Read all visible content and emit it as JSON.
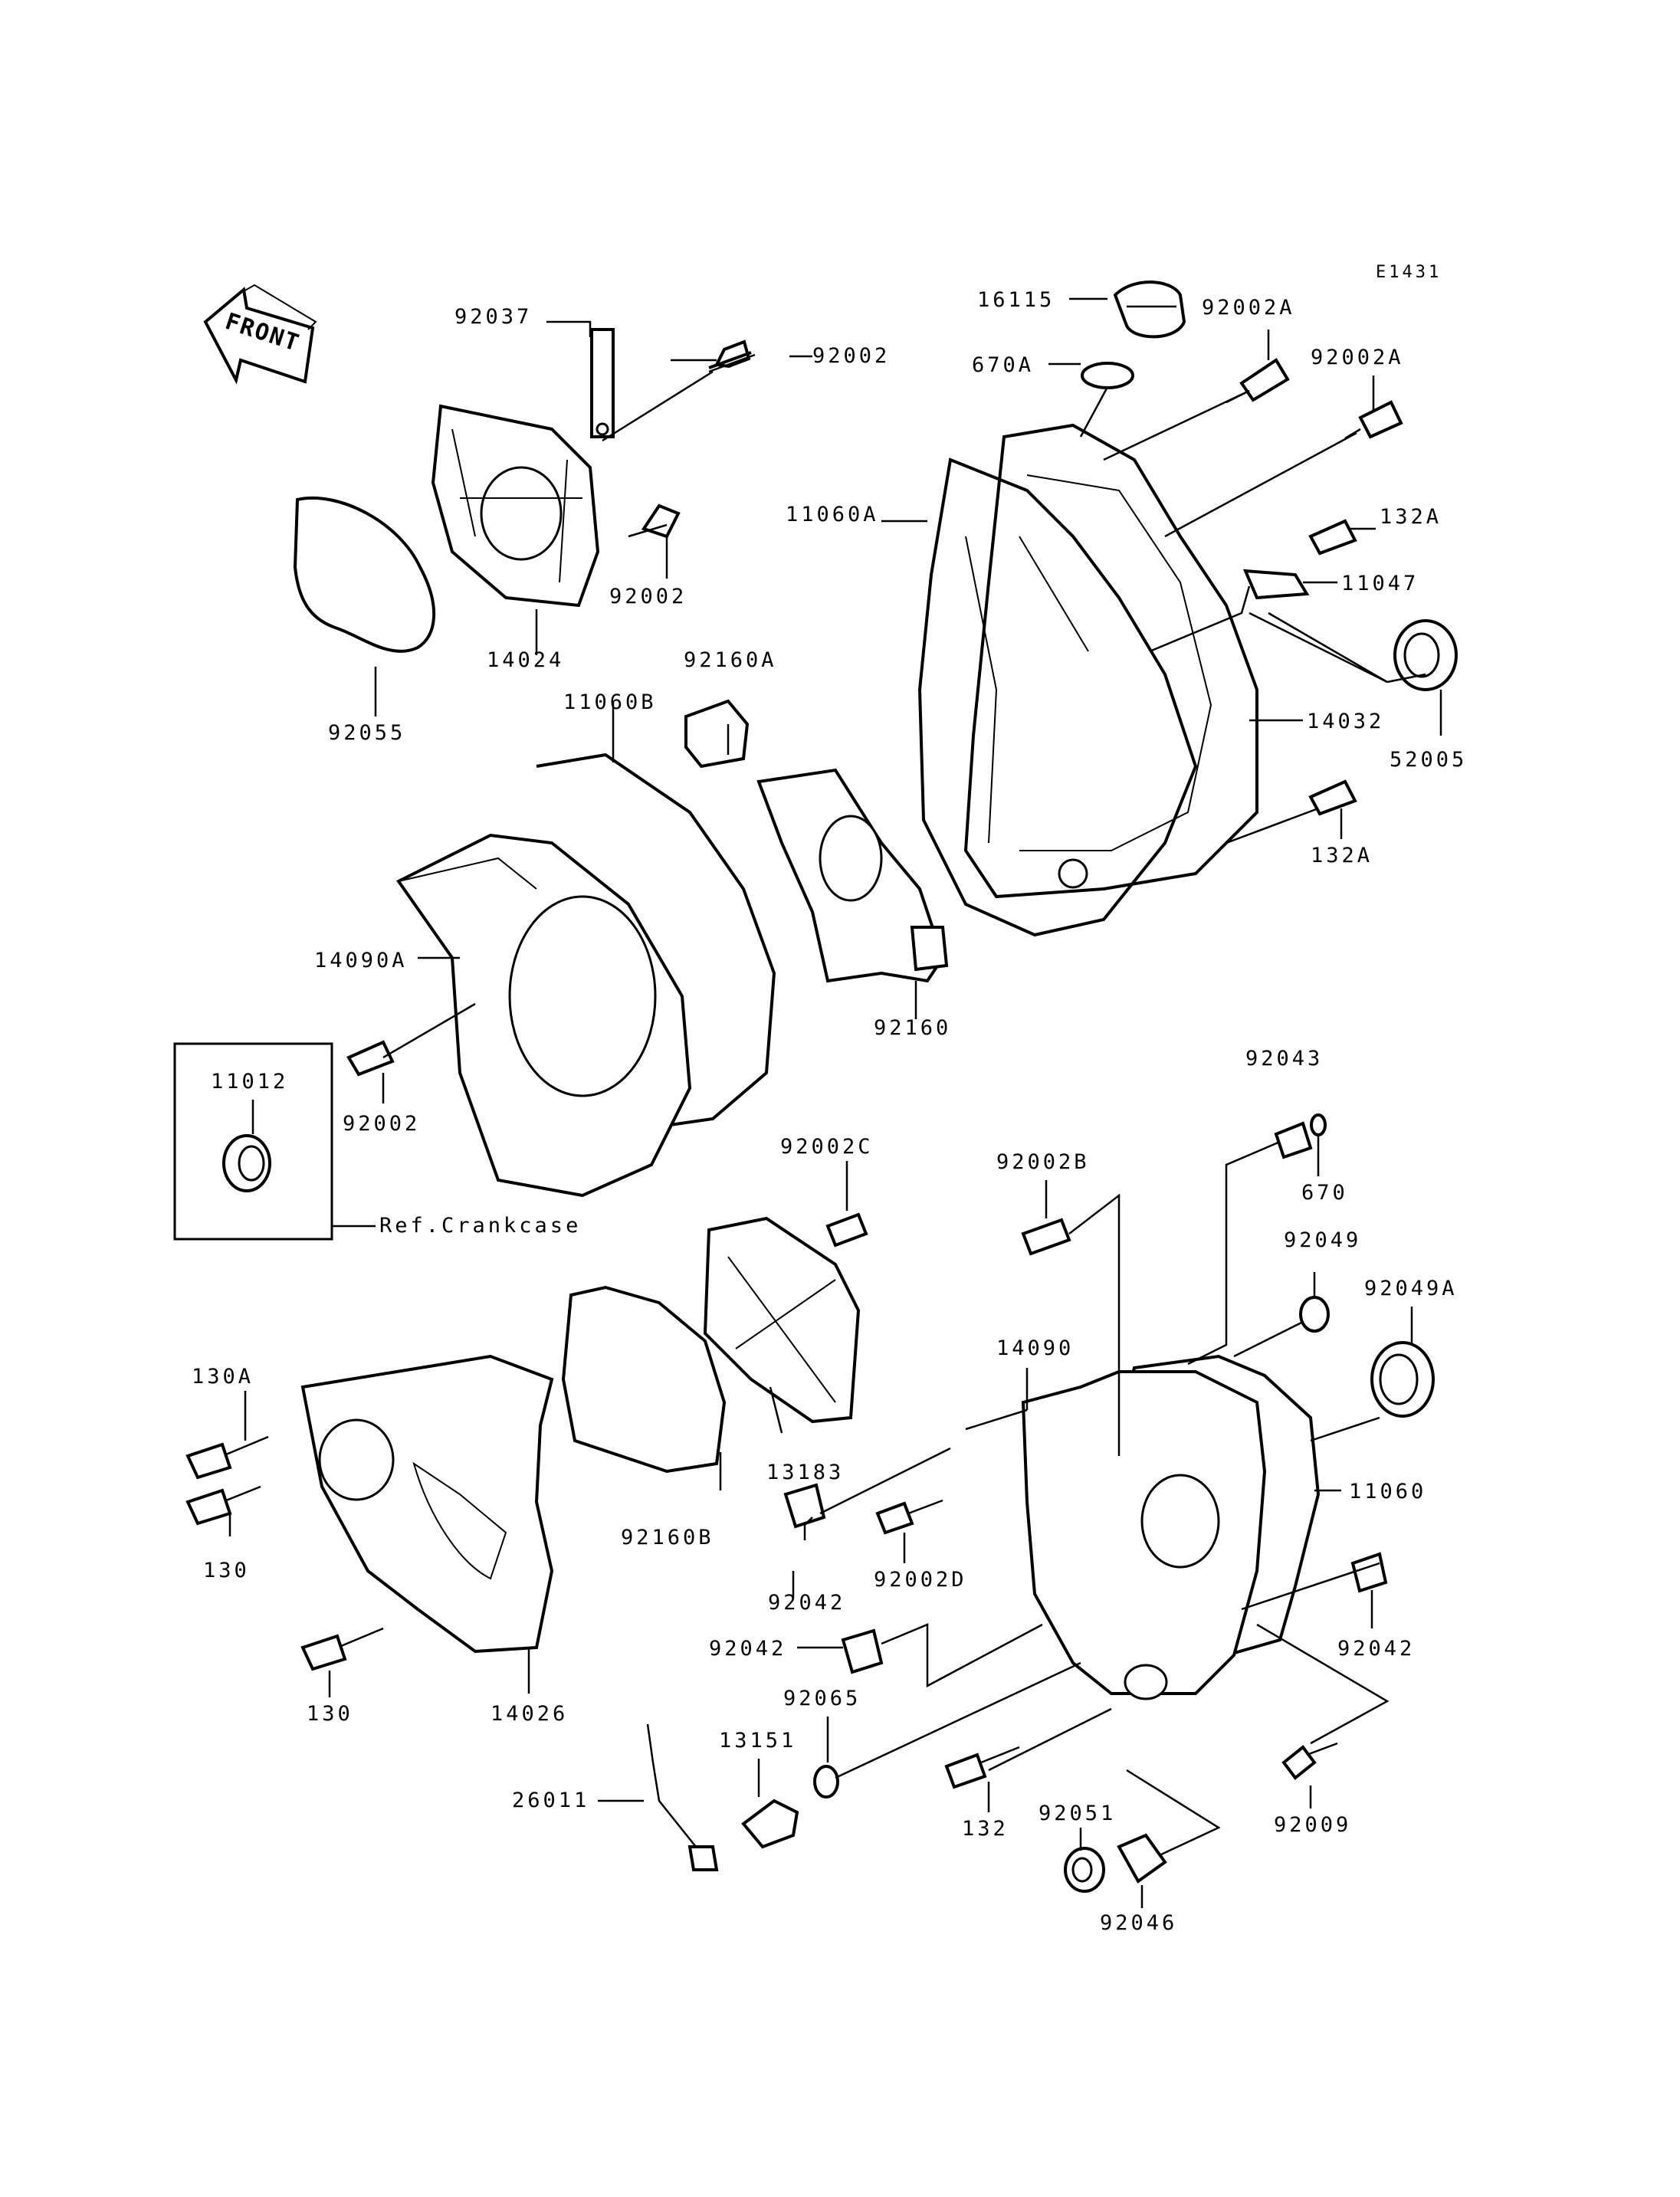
{
  "diagram_code": "E1431",
  "front_label": "FRONT",
  "ref_label": "Ref.Crankcase",
  "labels": {
    "p16115": "16115",
    "p92002A_1": "92002A",
    "p92002A_2": "92002A",
    "p670A": "670A",
    "p92037": "92037",
    "p92002_top": "92002",
    "p11060A": "11060A",
    "p132A_1": "132A",
    "p11047": "11047",
    "p92002_mid": "92002",
    "p14024": "14024",
    "p92160A": "92160A",
    "p14032": "14032",
    "p52005": "52005",
    "p92055": "92055",
    "p11060B": "11060B",
    "p132A_2": "132A",
    "p14090A": "14090A",
    "p92160": "92160",
    "p11012": "11012",
    "p92002_low": "92002",
    "p92043": "92043",
    "p92002C": "92002C",
    "p92002B": "92002B",
    "p670": "670",
    "p92049": "92049",
    "p92049A": "92049A",
    "p14090": "14090",
    "p130A": "130A",
    "p13183": "13183",
    "p11060": "11060",
    "p130_1": "130",
    "p92160B": "92160B",
    "p92042_1": "92042",
    "p92002D": "92002D",
    "p92042_2": "92042",
    "p92042_3": "92042",
    "p130_2": "130",
    "p14026": "14026",
    "p92065": "92065",
    "p13151": "13151",
    "p26011": "26011",
    "p132": "132",
    "p92051": "92051",
    "p92009": "92009",
    "p92046": "92046"
  }
}
